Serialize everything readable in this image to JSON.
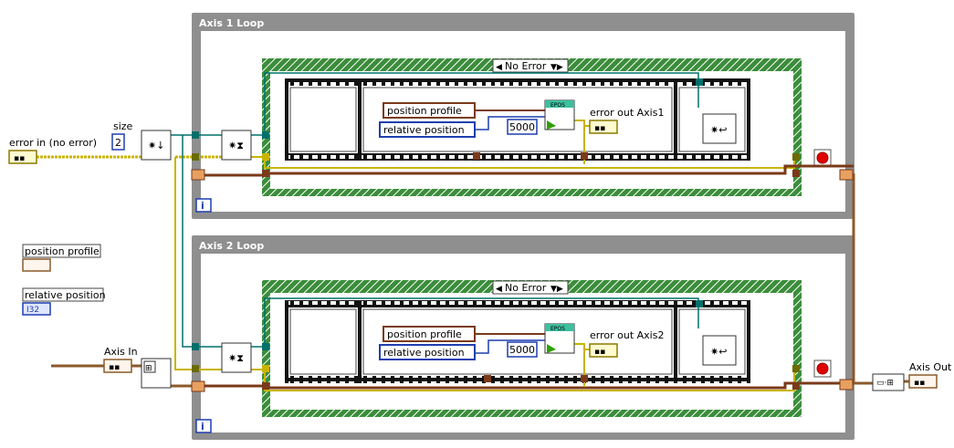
{
  "loops": {
    "loop1": {
      "title": "Axis 1 Loop",
      "iteration": "i"
    },
    "loop2": {
      "title": "Axis 2 Loop",
      "iteration": "i"
    }
  },
  "case_selectors": {
    "loop1": "No Error",
    "loop2": "No Error"
  },
  "controls": {
    "error_in": "error in (no error)",
    "size": "size",
    "size_value": "2",
    "axis_in": "Axis In",
    "legend_position_profile": "position profile",
    "legend_relative_position": "relative position"
  },
  "nodes": {
    "loop1": {
      "position_profile": "position profile",
      "relative_position": "relative position",
      "constant": "5000",
      "epos": "EPOS",
      "error_out": "error out Axis1"
    },
    "loop2": {
      "position_profile": "position profile",
      "relative_position": "relative position",
      "constant": "5000",
      "epos": "EPOS",
      "error_out": "error out Axis2"
    }
  },
  "indicators": {
    "axis_out": "Axis Out"
  },
  "terminal_types": {
    "cluster": "▪▪",
    "i32": "I32"
  },
  "colors": {
    "loop_frame": "#8a8a8a",
    "case_frame": "#2e7d32",
    "error_wire": "#c8b400",
    "refnum_wire": "#7a3a1a",
    "int_wire": "#1f3fb0",
    "cluster_wire": "#8b5a2b",
    "stop": "#e00000"
  }
}
